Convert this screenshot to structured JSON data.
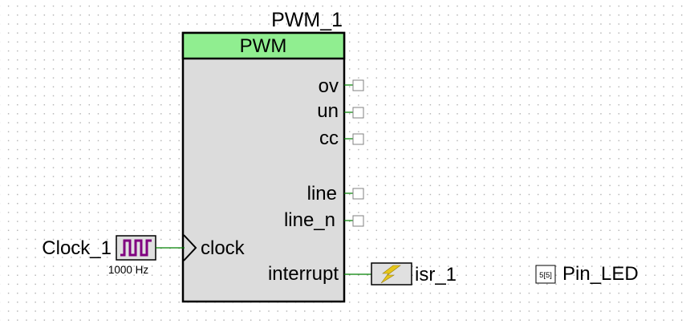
{
  "component": {
    "instance_name": "PWM_1",
    "type_label": "PWM",
    "header_color": "#90ee90",
    "body_color": "#dcdcdc",
    "output_pins": [
      "ov",
      "un",
      "cc",
      "line",
      "line_n"
    ],
    "clock_pin": "clock",
    "interrupt_pin": "interrupt"
  },
  "clock": {
    "name": "Clock_1",
    "frequency": "1000 Hz",
    "icon": "square-wave-icon",
    "icon_color": "#800080"
  },
  "isr": {
    "name": "isr_1",
    "icon": "lightning-bolt-icon",
    "icon_color": "#e6c619"
  },
  "pin": {
    "name": "Pin_LED",
    "badge": "5[5]"
  },
  "colors": {
    "wire": "#008000",
    "terminal": "#808080"
  }
}
